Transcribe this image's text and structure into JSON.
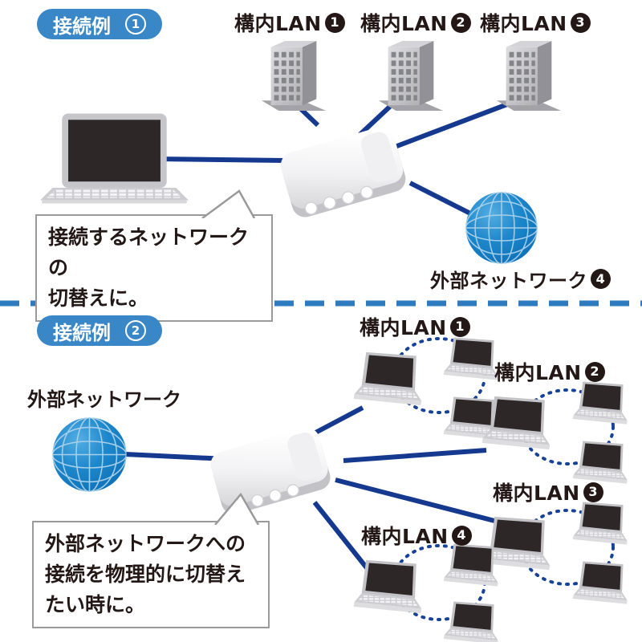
{
  "colors": {
    "accent_blue": "#3a87c8",
    "wire_navy": "#14398e",
    "divider_blue": "#2e7bc0",
    "globe_blue": "#0d74ba",
    "text_dark": "#231815"
  },
  "section1": {
    "badge": {
      "label": "接続例",
      "number": "1"
    },
    "lan_labels": [
      {
        "text": "構内LAN",
        "number": "1"
      },
      {
        "text": "構内LAN",
        "number": "2"
      },
      {
        "text": "構内LAN",
        "number": "3"
      }
    ],
    "external": {
      "text": "外部ネットワーク",
      "number": "4"
    },
    "bubble": {
      "lines": [
        "接続するネットワークの",
        "切替えに。"
      ]
    }
  },
  "section2": {
    "badge": {
      "label": "接続例",
      "number": "2"
    },
    "external_label": "外部ネットワーク",
    "lan_labels": [
      {
        "text": "構内LAN",
        "number": "1"
      },
      {
        "text": "構内LAN",
        "number": "2"
      },
      {
        "text": "構内LAN",
        "number": "3"
      },
      {
        "text": "構内LAN",
        "number": "4"
      }
    ],
    "bubble": {
      "lines": [
        "外部ネットワークへの",
        "接続を物理的に切替え",
        "たい時に。"
      ]
    }
  }
}
